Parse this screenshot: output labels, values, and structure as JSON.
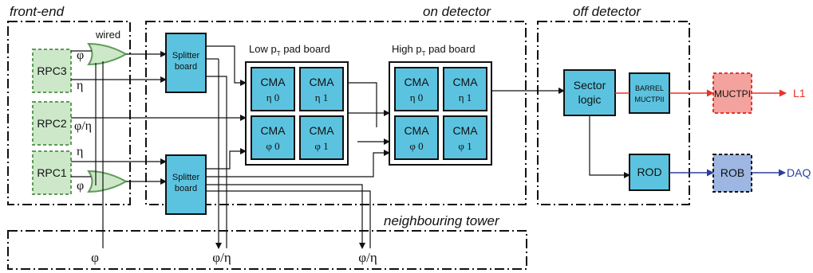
{
  "regions": {
    "front_end": "front-end",
    "on_detector": "on detector",
    "off_detector": "off detector",
    "neighbouring_tower": "neighbouring tower"
  },
  "gate_label": "wired",
  "rpc": {
    "rpc3": "RPC3",
    "rpc2": "RPC2",
    "rpc1": "RPC1"
  },
  "signals": {
    "phi": "φ",
    "eta": "η",
    "phi_eta": "φ/η"
  },
  "splitter": {
    "line1": "Splitter",
    "line2": "board"
  },
  "low_pad": {
    "title_pre": "Low p",
    "title_sub": "T",
    "title_post": " pad board"
  },
  "high_pad": {
    "title_pre": "High p",
    "title_sub": "T",
    "title_post": " pad board"
  },
  "cma": {
    "name": "CMA",
    "eta0": "η 0",
    "eta1": "η 1",
    "phi0": "φ 0",
    "phi1": "φ 1"
  },
  "sector_logic": {
    "line1": "Sector",
    "line2": "logic"
  },
  "barrel": {
    "line1": "BARREL",
    "line2": "MUCTPII"
  },
  "muctpi": "MUCTPI",
  "rod": "ROD",
  "rob": "ROB",
  "outputs": {
    "l1": "L1",
    "daq": "DAQ"
  },
  "colors": {
    "rpc_fill": "#cde8c9",
    "rpc_stroke": "#5f9a58",
    "blue_fill": "#5bc3e0",
    "muctpi_fill": "#f3a29d",
    "rob_fill": "#9db6e2",
    "red_line": "#e8332a",
    "blue_line": "#2a3f9a"
  }
}
